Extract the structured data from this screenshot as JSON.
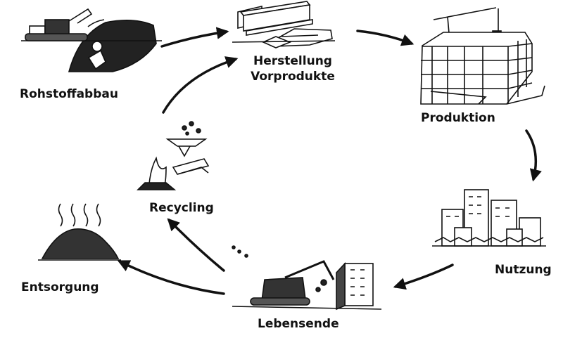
{
  "diagram": {
    "stages": {
      "rohstoffabbau": {
        "label": "Rohstoffabbau",
        "icon": "mining-excavator-icon"
      },
      "herstellung": {
        "line1": "Herstellung",
        "line2": "Vorprodukte",
        "icon": "steel-beams-icon"
      },
      "produktion": {
        "label": "Produktion",
        "icon": "construction-crane-building-icon"
      },
      "nutzung": {
        "label": "Nutzung",
        "icon": "city-skyline-icon"
      },
      "lebensende": {
        "label": "Lebensende",
        "icon": "demolition-excavator-icon"
      },
      "recycling": {
        "label": "Recycling",
        "icon": "recycling-furnace-icon"
      },
      "entsorgung": {
        "label": "Entsorgung",
        "icon": "waste-heap-icon"
      }
    },
    "colors": {
      "ink": "#111111",
      "background": "#ffffff"
    }
  }
}
